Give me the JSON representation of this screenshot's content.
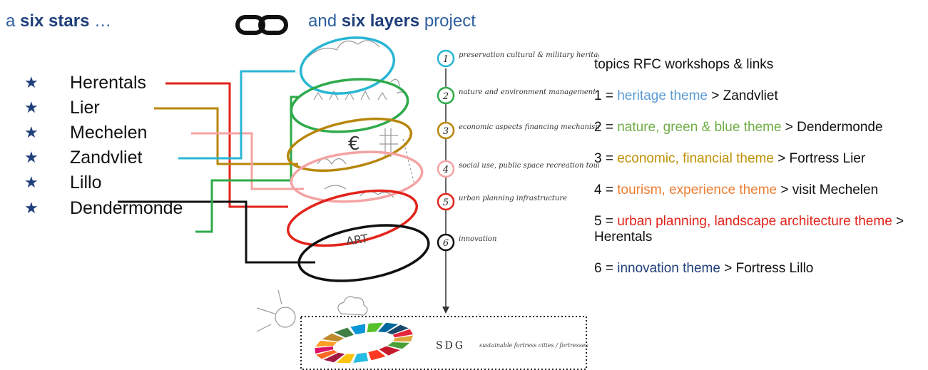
{
  "header": {
    "left": {
      "prefix": "a ",
      "emph": "six stars",
      "suffix": " …"
    },
    "right": {
      "prefix": "and ",
      "emph": "six layers",
      "suffix": " project"
    },
    "link_icon": "chain-link-icon"
  },
  "cities": [
    {
      "name": "Herentals",
      "color": "#e2231a"
    },
    {
      "name": "Lier",
      "color": "#b8860b"
    },
    {
      "name": "Mechelen",
      "color": "#f4a3a3"
    },
    {
      "name": "Zandvliet",
      "color": "#29b6d4"
    },
    {
      "name": "Lillo",
      "color": "#111111"
    },
    {
      "name": "Dendermonde",
      "color": "#2eaa4a"
    }
  ],
  "layers": [
    {
      "number": "1",
      "note": "preservation cultural & military heritage",
      "color": "#29b6d4"
    },
    {
      "number": "2",
      "note": "nature and environment management",
      "color": "#2eaa4a"
    },
    {
      "number": "3",
      "note": "economic aspects financing mechanisms",
      "color": "#b8860b"
    },
    {
      "number": "4",
      "note": "social use, public space   recreation tourism",
      "color": "#f4a3a3"
    },
    {
      "number": "5",
      "note": "urban planning infrastructure",
      "color": "#e2231a"
    },
    {
      "number": "6",
      "note": "innovation",
      "color": "#111111"
    }
  ],
  "sketch": {
    "art_label": "ART",
    "euro_label": "€"
  },
  "sdg_box": {
    "label": "SDG",
    "note": "sustainable fortress cities / fortresses"
  },
  "legend": {
    "title": "topics RFC workshops & links",
    "items": [
      {
        "num": "1 = ",
        "theme": "heritage theme",
        "link": " > Zandvliet",
        "color": "#5b9bd5"
      },
      {
        "num": "2 = ",
        "theme": "nature, green & blue theme",
        "link": " > Dendermonde",
        "color": "#70ad47"
      },
      {
        "num": "3 = ",
        "theme": "economic, financial theme",
        "link": " > Fortress Lier",
        "color": "#bf9000"
      },
      {
        "num": "4 = ",
        "theme": "tourism, experience theme",
        "link": " > visit Mechelen",
        "color": "#ed7d31"
      },
      {
        "num": "5 = ",
        "theme": "urban planning, landscape architecture theme",
        "link": " > Herentals",
        "color": "#e2231a"
      },
      {
        "num": "6 = ",
        "theme": "innovation theme",
        "link": " > Fortress Lillo",
        "color": "#1f3f7a"
      }
    ]
  }
}
